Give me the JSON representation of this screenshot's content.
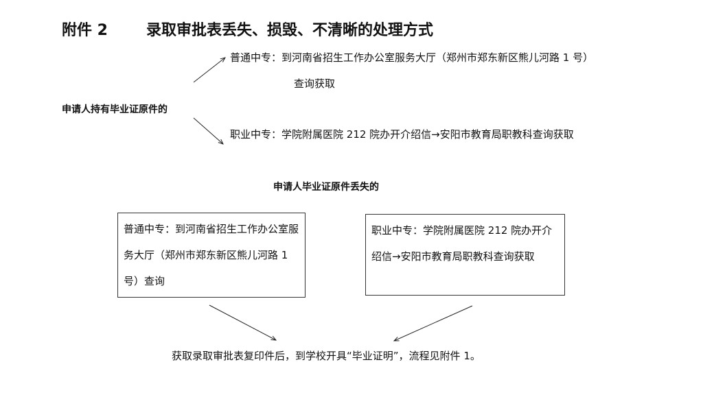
{
  "header": {
    "annex": "附件 2",
    "title": "录取审批表丢失、损毁、不清晰的处理方式"
  },
  "section_original": {
    "label": "申请人持有毕业证原件的",
    "general_line1": "普通中专：到河南省招生工作办公室服务大厅（郑州市郑东新区熊儿河路 1 号）",
    "general_line2": "查询获取",
    "vocational": "职业中专：学院附属医院 212 院办开介绍信→安阳市教育局职教科查询获取"
  },
  "section_lost": {
    "label": "申请人毕业证原件丢失的",
    "general_box": "普通中专：到河南省招生工作办公室服务大厅（郑州市郑东新区熊儿河路 1 号）查询",
    "vocational_box": "职业中专：学院附属医院 212 院办开介绍信→安阳市教育局职教科查询获取",
    "result": "获取录取审批表复印件后，到学校开具“毕业证明”，流程见附件 1。"
  }
}
